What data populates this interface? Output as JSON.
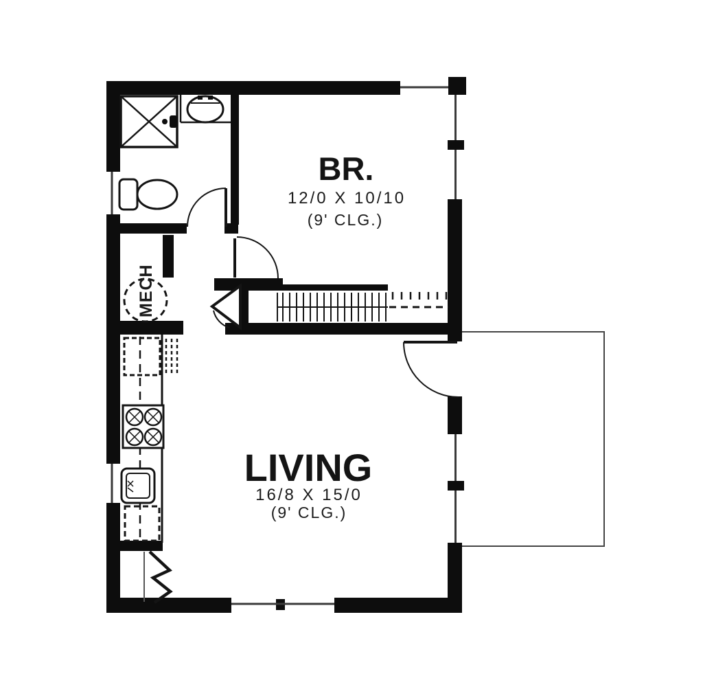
{
  "plan": {
    "rooms": {
      "bedroom": {
        "label": "BR.",
        "dims": "12/0 X 10/10",
        "ceiling": "(9' CLG.)"
      },
      "living": {
        "label": "LIVING",
        "dims": "16/8 X 15/0",
        "ceiling": "(9' CLG.)"
      },
      "mech": {
        "label": "MECH"
      }
    },
    "colors": {
      "wall": "#0d0d0d",
      "line": "#141414",
      "window_line": "#3a3a3a",
      "background": "#ffffff"
    }
  }
}
